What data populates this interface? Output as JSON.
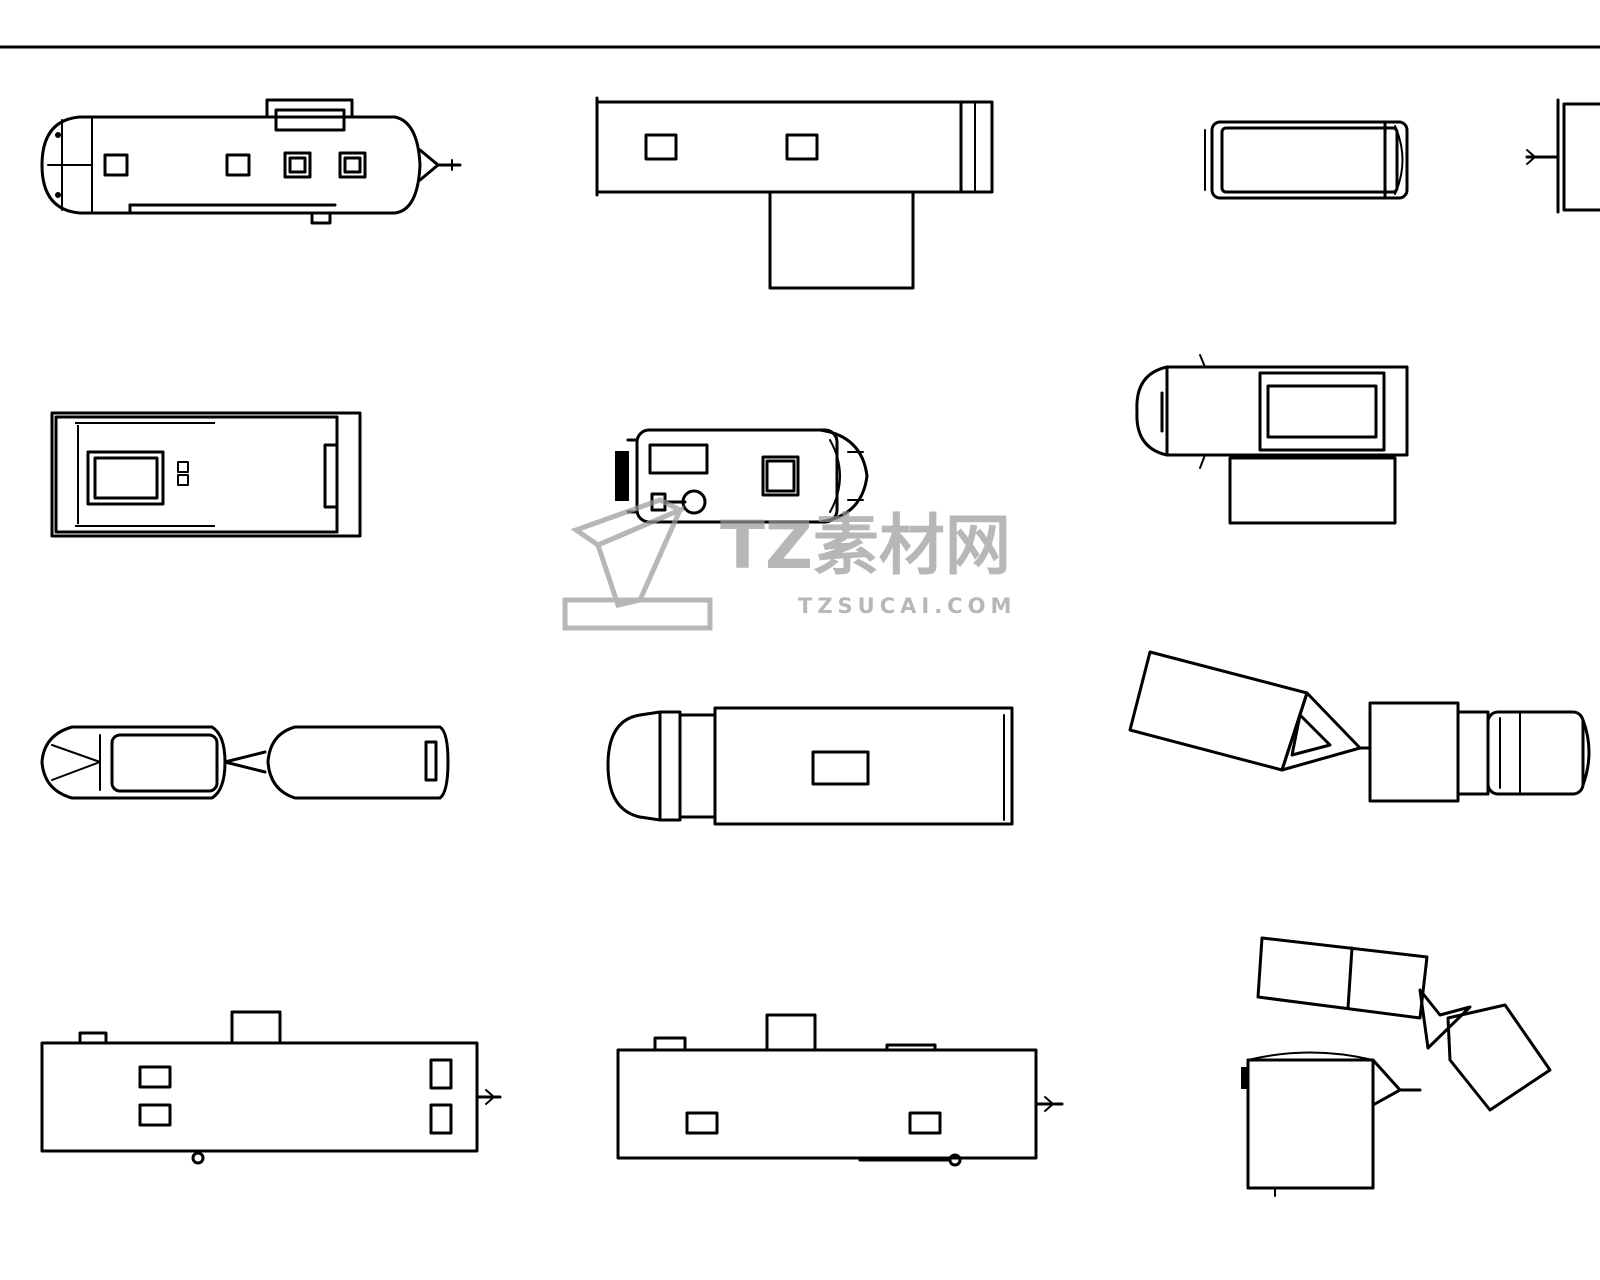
{
  "watermark": {
    "brand": "TZ素材网",
    "domain": "TZSUCAI.COM",
    "color": "#9a9a9a"
  },
  "drawing": {
    "description": "CAD top-view block sheet of caravans, trailers and camper vehicles",
    "line_color": "#000000",
    "background": "#ffffff"
  },
  "items": [
    "airstream-trailer",
    "box-trailer-with-awning",
    "van-top-view",
    "partial-trailer-edge",
    "flat-trailer",
    "camper-van-with-spare-wheel",
    "trailer-with-canopy",
    "car-towing-trailer",
    "truck-camper",
    "hinged-trailer-and-truck",
    "long-trailer-with-slide-out",
    "long-trailer-with-vents",
    "folding-trailer-set"
  ]
}
